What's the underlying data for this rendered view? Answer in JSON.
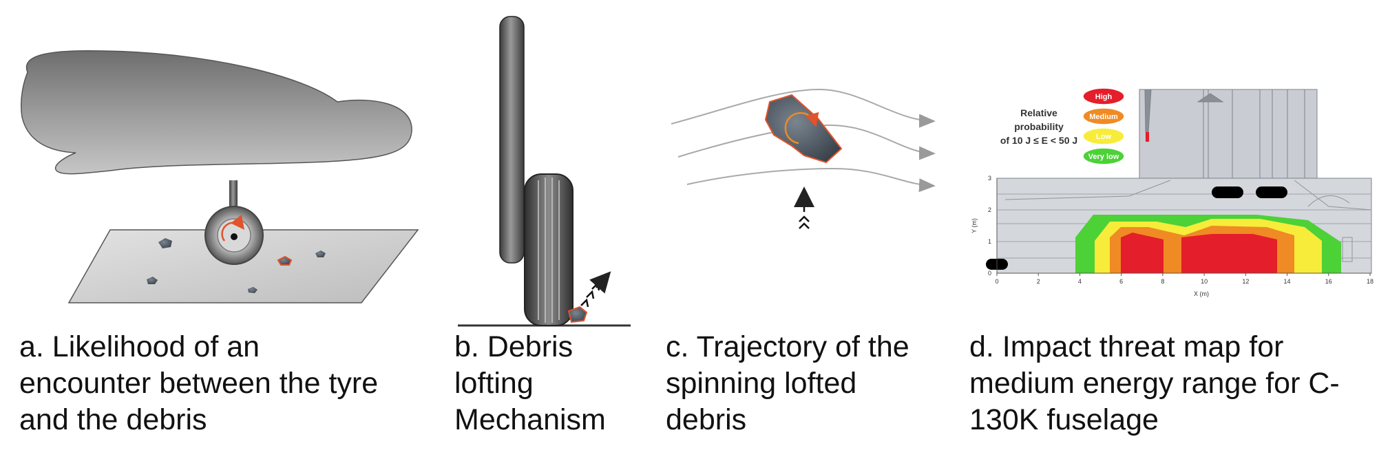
{
  "panels": {
    "a": {
      "caption_lines": [
        "a. Likelihood of an",
        "encounter between the tyre",
        "and the debris"
      ]
    },
    "b": {
      "caption_lines": [
        "b. Debris",
        "lofting",
        "Mechanism"
      ]
    },
    "c": {
      "caption_lines": [
        "c. Trajectory of the",
        "spinning lofted",
        "debris"
      ]
    },
    "d": {
      "caption_lines": [
        "d. Impact threat map for",
        "medium energy range for C-",
        "130K fuselage"
      ],
      "legend_title_lines": [
        "Relative",
        "probability",
        "of 10 J ≤ E < 50 J"
      ],
      "legend": [
        {
          "label": "High",
          "color": "#e41e2b"
        },
        {
          "label": "Medium",
          "color": "#f08a24"
        },
        {
          "label": "Low",
          "color": "#f7ec3a"
        },
        {
          "label": "Very low",
          "color": "#4cd137"
        }
      ],
      "xlabel": "X (m)",
      "ylabel": "Y (m)",
      "x_ticks": [
        "0",
        "2",
        "4",
        "6",
        "8",
        "10",
        "12",
        "14",
        "16",
        "18"
      ],
      "y_ticks": [
        "0",
        "1",
        "2",
        "3"
      ]
    }
  },
  "colors": {
    "fuselage": "#8a8a8a",
    "debris": "#4a5560",
    "spin_arrow": "#e2522b",
    "fuselage_map": "#c9ccd2"
  }
}
